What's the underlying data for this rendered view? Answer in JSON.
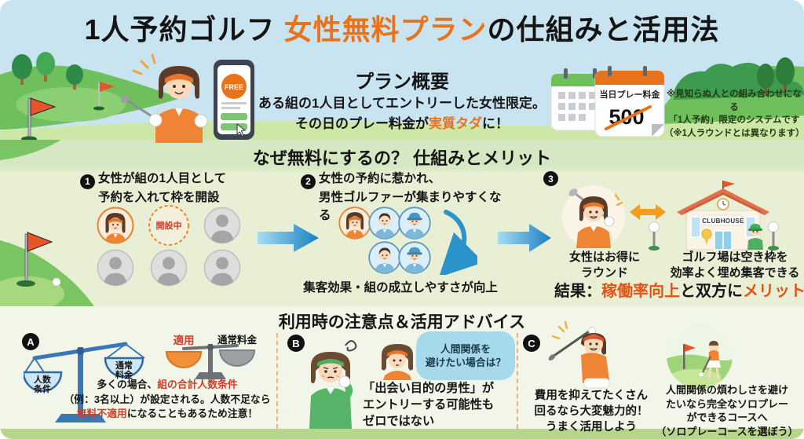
{
  "title": {
    "part1": "1人予約ゴルフ ",
    "highlight": "女性無料プラン",
    "part2": "の仕組みと活用法"
  },
  "overview": {
    "heading": "プラン概要",
    "line1": "ある組の1人目としてエントリーした女性限定。",
    "line2_pre": "その日のプレー料金が",
    "line2_em": "実質タダ",
    "line2_post": "に！",
    "phone_badge": "FREE",
    "calendar": {
      "label": "当日プレー料金",
      "price": "500"
    },
    "note": {
      "line1": "※見知らぬ人との組み合わせになる",
      "line2": "「1人予約」限定のシステムです",
      "line3": "（※1人ラウンドとは異なります）"
    }
  },
  "mechanism": {
    "heading": "なぜ無料にするの？ 仕組みとメリット",
    "step1": {
      "num": "1",
      "line1": "女性が組の1人目として",
      "line2": "予約を入れて枠を開設",
      "slot_label": "開設中"
    },
    "step2": {
      "num": "2",
      "line1": "女性の予約に惹かれ、",
      "line2": "男性ゴルファーが集まりやすくなる",
      "caption": "集客効果・組の成立しやすさが向上"
    },
    "step3": {
      "num": "3",
      "left_caption_line1": "女性はお得に",
      "left_caption_line2": "ラウンド",
      "clubhouse_sign": "CLUBHOUSE",
      "right_caption_line1": "ゴルフ場は空き枠を",
      "right_caption_line2": "効率よく埋め集客できる",
      "result_label": "結果：",
      "result_em1": "稼働率向上",
      "result_mid": "と双方に",
      "result_em2": "メリット"
    }
  },
  "advice": {
    "heading": "利用時の注意点＆活用アドバイス",
    "item_a": {
      "badge": "A",
      "scale_left_pan1_line1": "人数",
      "scale_left_pan1_line2": "条件",
      "scale_left_pan2_line1": "通常",
      "scale_left_pan2_line2": "料金",
      "scale_right_label1": "適用",
      "scale_right_label2": "通常料金",
      "text_pre": "多くの場合、",
      "text_em1": "組の合計人数条件",
      "text_mid": "（例：3名以上）が設定される。人数不足なら",
      "text_em2": "無料不適用",
      "text_post": "になることもあるため注意！"
    },
    "item_b": {
      "badge": "B",
      "bubble_line1": "人間関係を",
      "bubble_line2": "避けたい場合は？",
      "line1": "「出会い目的の男性」が",
      "line2": "エントリーする可能性も",
      "line3": "ゼロではない"
    },
    "item_c": {
      "badge": "C",
      "left_line1": "費用を抑えてたくさん",
      "left_line2": "回るなら大変魅力的！",
      "left_line3": "うまく活用しよう",
      "right_line1": "人間関係の煩わしさを避け",
      "right_line2": "たいなら完全なソロプレー",
      "right_line3": "ができるコースへ",
      "right_line4": "（ソロプレーコースを選ぼう）"
    }
  },
  "icons": {
    "phone": "smartphone-icon",
    "calendar": "calendar-icon",
    "arrow": "arrow-right-icon",
    "swap": "double-arrow-icon",
    "clubhouse": "clubhouse-icon",
    "scale": "balance-scale-icon",
    "bubble": "speech-bubble-icon",
    "flag": "golf-flag-icon",
    "cursor": "cursor-icon"
  },
  "colors": {
    "accent_orange": "#e8731a",
    "alert_red": "#d13c2a",
    "result_orange": "#e05316",
    "sky": "#c9e4f1",
    "mid_band": "#e9efd5",
    "bottom_band": "#f2f6e8",
    "grass": "#b7d68c",
    "arrow_blue": "#1a7fc2"
  }
}
